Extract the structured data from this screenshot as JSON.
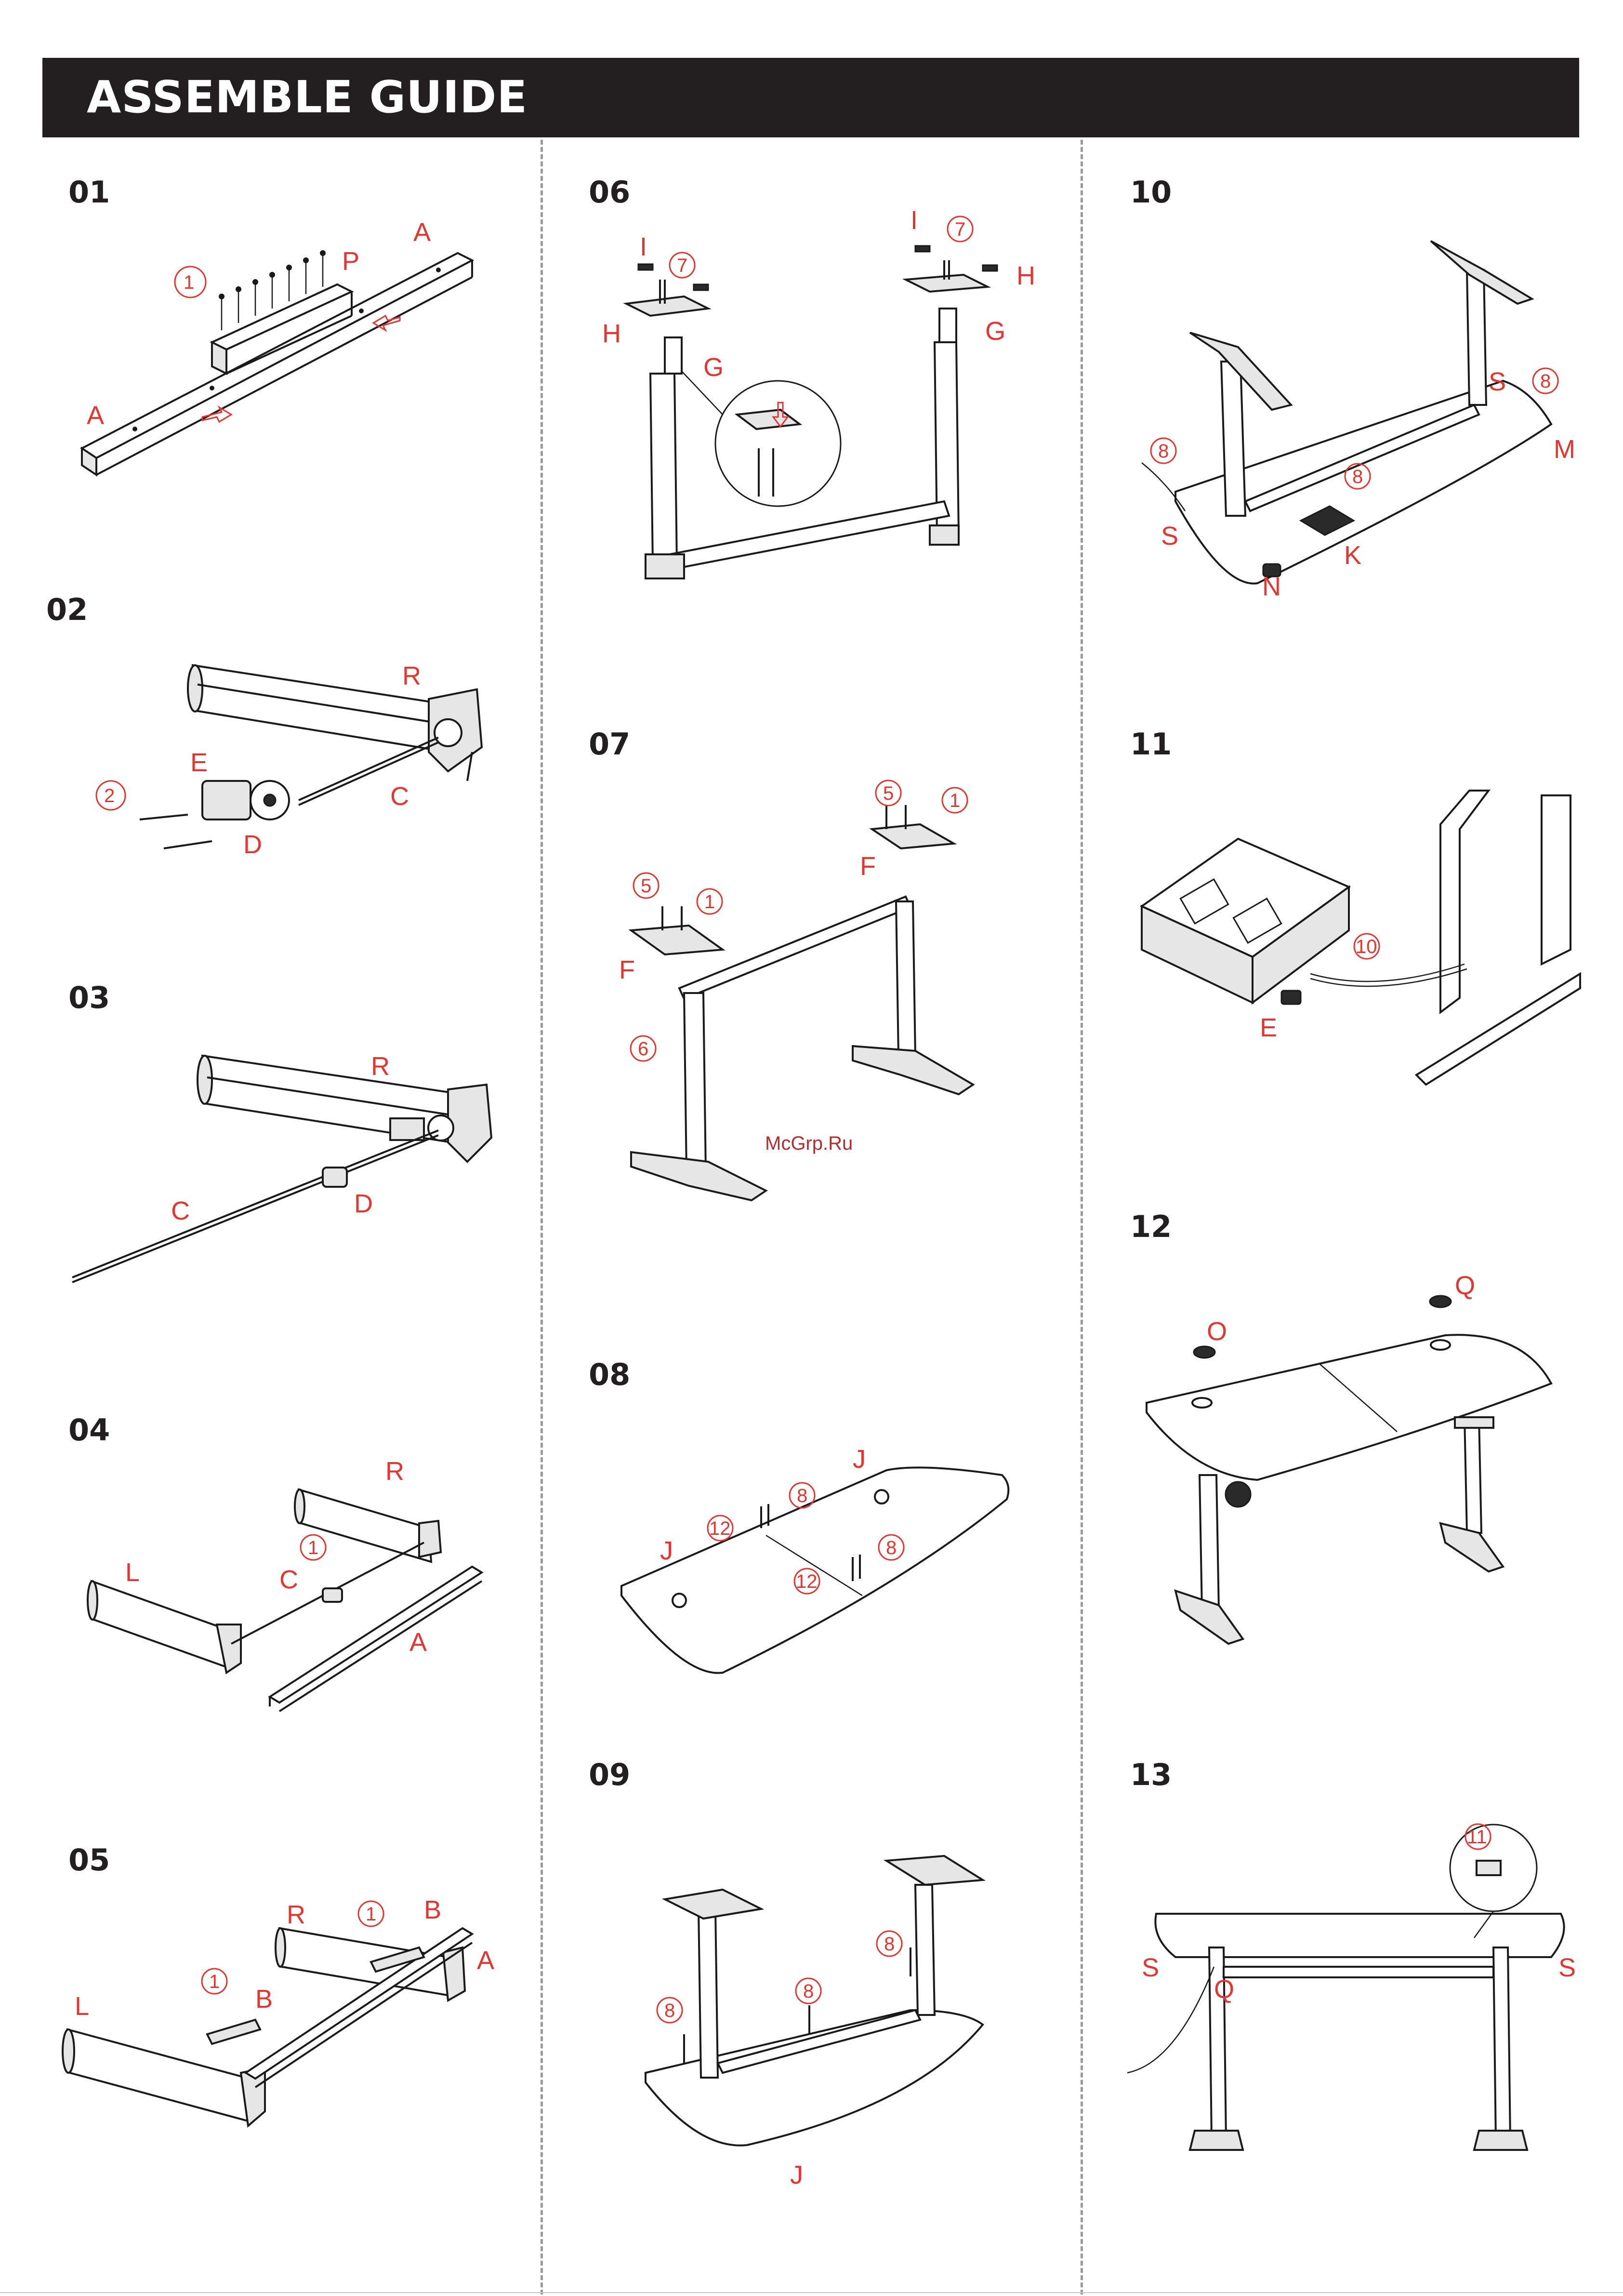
{
  "header": {
    "title": "ASSEMBLE GUIDE"
  },
  "watermark": "McGrp.Ru",
  "colors": {
    "header_bg": "#231f20",
    "label": "#e53530",
    "divider": "#9a9a9a"
  },
  "steps": [
    {
      "num": "01",
      "labels": [
        "A",
        "P",
        "A"
      ],
      "parts": [
        "1"
      ]
    },
    {
      "num": "02",
      "labels": [
        "R",
        "E",
        "C",
        "D"
      ],
      "parts": [
        "2"
      ]
    },
    {
      "num": "03",
      "labels": [
        "R",
        "C",
        "D"
      ],
      "parts": []
    },
    {
      "num": "04",
      "labels": [
        "R",
        "L",
        "C",
        "A"
      ],
      "parts": [
        "1"
      ]
    },
    {
      "num": "05",
      "labels": [
        "R",
        "B",
        "A",
        "L",
        "B"
      ],
      "parts": [
        "1",
        "1"
      ]
    },
    {
      "num": "06",
      "labels": [
        "I",
        "H",
        "G",
        "I",
        "H",
        "G"
      ],
      "parts": [
        "7",
        "7"
      ]
    },
    {
      "num": "07",
      "labels": [
        "F",
        "F"
      ],
      "parts": [
        "5",
        "1",
        "5",
        "1",
        "6"
      ]
    },
    {
      "num": "08",
      "labels": [
        "J",
        "J"
      ],
      "parts": [
        "8",
        "12",
        "8",
        "12"
      ]
    },
    {
      "num": "09",
      "labels": [
        "J"
      ],
      "parts": [
        "8",
        "8",
        "8"
      ]
    },
    {
      "num": "10",
      "labels": [
        "S",
        "M",
        "S",
        "K",
        "N"
      ],
      "parts": [
        "8",
        "8",
        "8"
      ]
    },
    {
      "num": "11",
      "labels": [
        "E"
      ],
      "parts": [
        "10"
      ]
    },
    {
      "num": "12",
      "labels": [
        "O",
        "Q"
      ],
      "parts": []
    },
    {
      "num": "13",
      "labels": [
        "S",
        "S",
        "Q"
      ],
      "parts": [
        "11"
      ]
    }
  ]
}
